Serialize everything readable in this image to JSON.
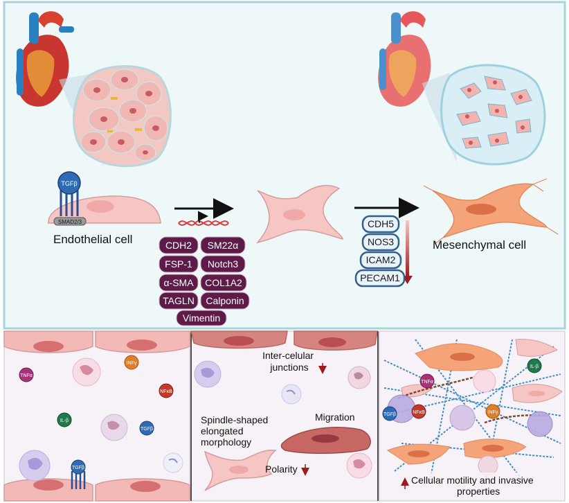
{
  "top_panel": {
    "left_label": "Endothelial cell",
    "right_label": "Mesenchymal cell",
    "receptor_label": "TGFβ",
    "smad_label": "SMAD2/3",
    "upregulated_markers": [
      "CDH2",
      "SM22α",
      "FSP-1",
      "Notch3",
      "α-SMA",
      "COL1A2",
      "TAGLN",
      "Calponin",
      "Vimentin"
    ],
    "downregulated_markers": [
      "CDH5",
      "NOS3",
      "ICAM2",
      "PECAM1"
    ]
  },
  "bottom_left": {
    "cytokines": [
      "TNFα",
      "INFγ",
      "NFκB",
      "IL-β",
      "TGFβ"
    ],
    "receptor_label": "TGFβ"
  },
  "bottom_middle": {
    "junctions_label": "Inter-celular junctions",
    "migration_label": "Migration",
    "spindle_label": "Spindle-shaped elongated morphology",
    "polarity_label": "Polarity"
  },
  "bottom_right": {
    "cytokines": [
      "TNFα",
      "IL-β",
      "TGFβ",
      "NFκB",
      "INFγ"
    ],
    "motility_label": "Cellular motility and invasive properties"
  },
  "colors": {
    "panel_border": "#a9d3dc",
    "panel_bg": "#eef8f9",
    "bottom_bg": "#f7f2f7",
    "pill_purple": "#5e1a48",
    "pill_blue_border": "#2f5f8a",
    "arrow_red": "#9e1b1b"
  }
}
